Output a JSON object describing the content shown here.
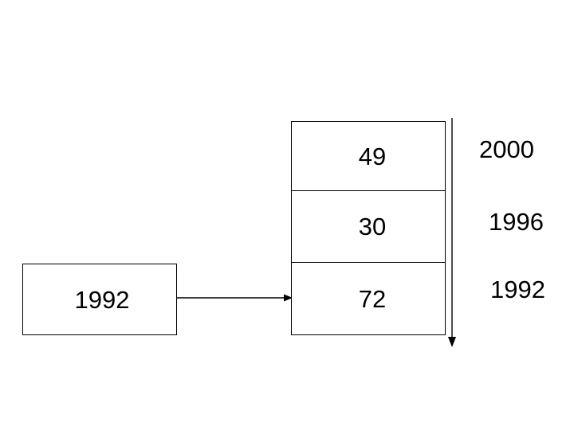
{
  "diagram": {
    "title": "",
    "background_color": "#ffffff",
    "stroke_color": "#000000",
    "source_box": {
      "label": "1992"
    },
    "connector": {
      "name": "arrow-right",
      "from": "source_box",
      "to": "stack_table"
    },
    "stack_table": {
      "rows": [
        {
          "value": "49"
        },
        {
          "value": "30"
        },
        {
          "value": "72"
        }
      ]
    },
    "timeline_axis": {
      "name": "arrow-down",
      "direction": "down",
      "labels": [
        {
          "text": "2000"
        },
        {
          "text": "1996"
        },
        {
          "text": "1992"
        }
      ]
    }
  }
}
